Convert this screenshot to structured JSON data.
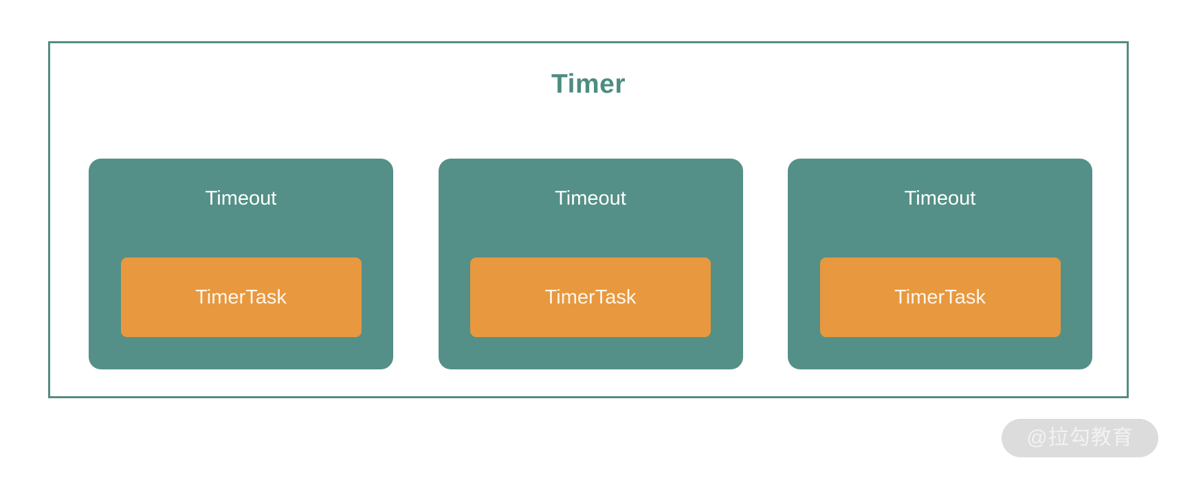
{
  "diagram": {
    "title": "Timer",
    "title_color": "#4d8c80",
    "frame_border_color": "#558b80",
    "background": "#ffffff",
    "timeouts": [
      {
        "label": "Timeout",
        "box_color": "#549087",
        "task": {
          "label": "TimerTask",
          "box_color": "#e8983e"
        }
      },
      {
        "label": "Timeout",
        "box_color": "#549087",
        "task": {
          "label": "TimerTask",
          "box_color": "#e8983e"
        }
      },
      {
        "label": "Timeout",
        "box_color": "#549087",
        "task": {
          "label": "TimerTask",
          "box_color": "#e8983e"
        }
      }
    ]
  },
  "watermark": {
    "text": "@拉勾教育",
    "pill_color": "#dcdcdc",
    "text_color": "#f2f2f2"
  }
}
